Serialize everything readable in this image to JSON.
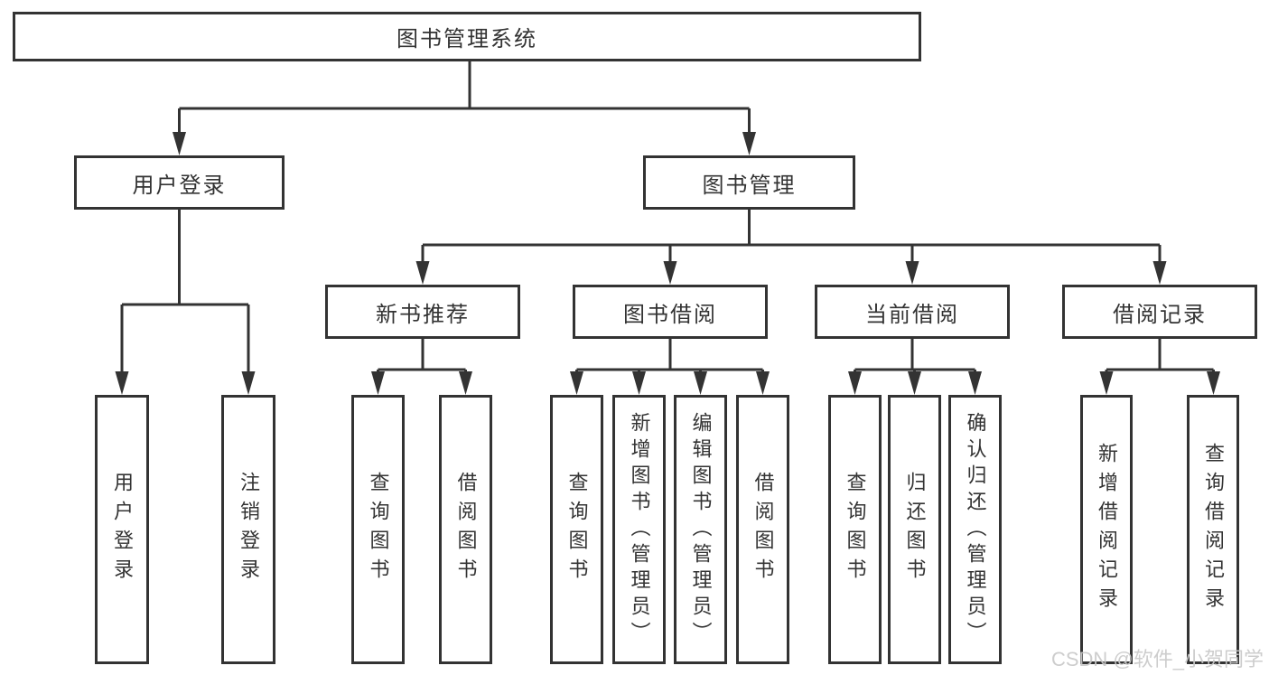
{
  "diagram": {
    "root": "图书管理系统",
    "level2": [
      {
        "label": "用户登录"
      },
      {
        "label": "图书管理"
      }
    ],
    "level3": [
      {
        "label": "新书推荐"
      },
      {
        "label": "图书借阅"
      },
      {
        "label": "当前借阅"
      },
      {
        "label": "借阅记录"
      }
    ],
    "leaves": {
      "user_login": [
        "用户登录",
        "注销登录"
      ],
      "new_book_recommend": [
        "查询图书",
        "借阅图书"
      ],
      "book_borrow": [
        "查询图书",
        "新增图书（管理员）",
        "编辑图书（管理员）",
        "借阅图书"
      ],
      "current_borrow": [
        "查询图书",
        "归还图书",
        "确认归还（管理员）"
      ],
      "borrow_records": [
        "新增借阅记录",
        "查询借阅记录"
      ]
    }
  },
  "watermark": "CSDN @软件_小贺同学",
  "colors": {
    "line": "#333333",
    "text": "#333333",
    "bg": "#ffffff",
    "watermark": "#c9c9c9"
  }
}
